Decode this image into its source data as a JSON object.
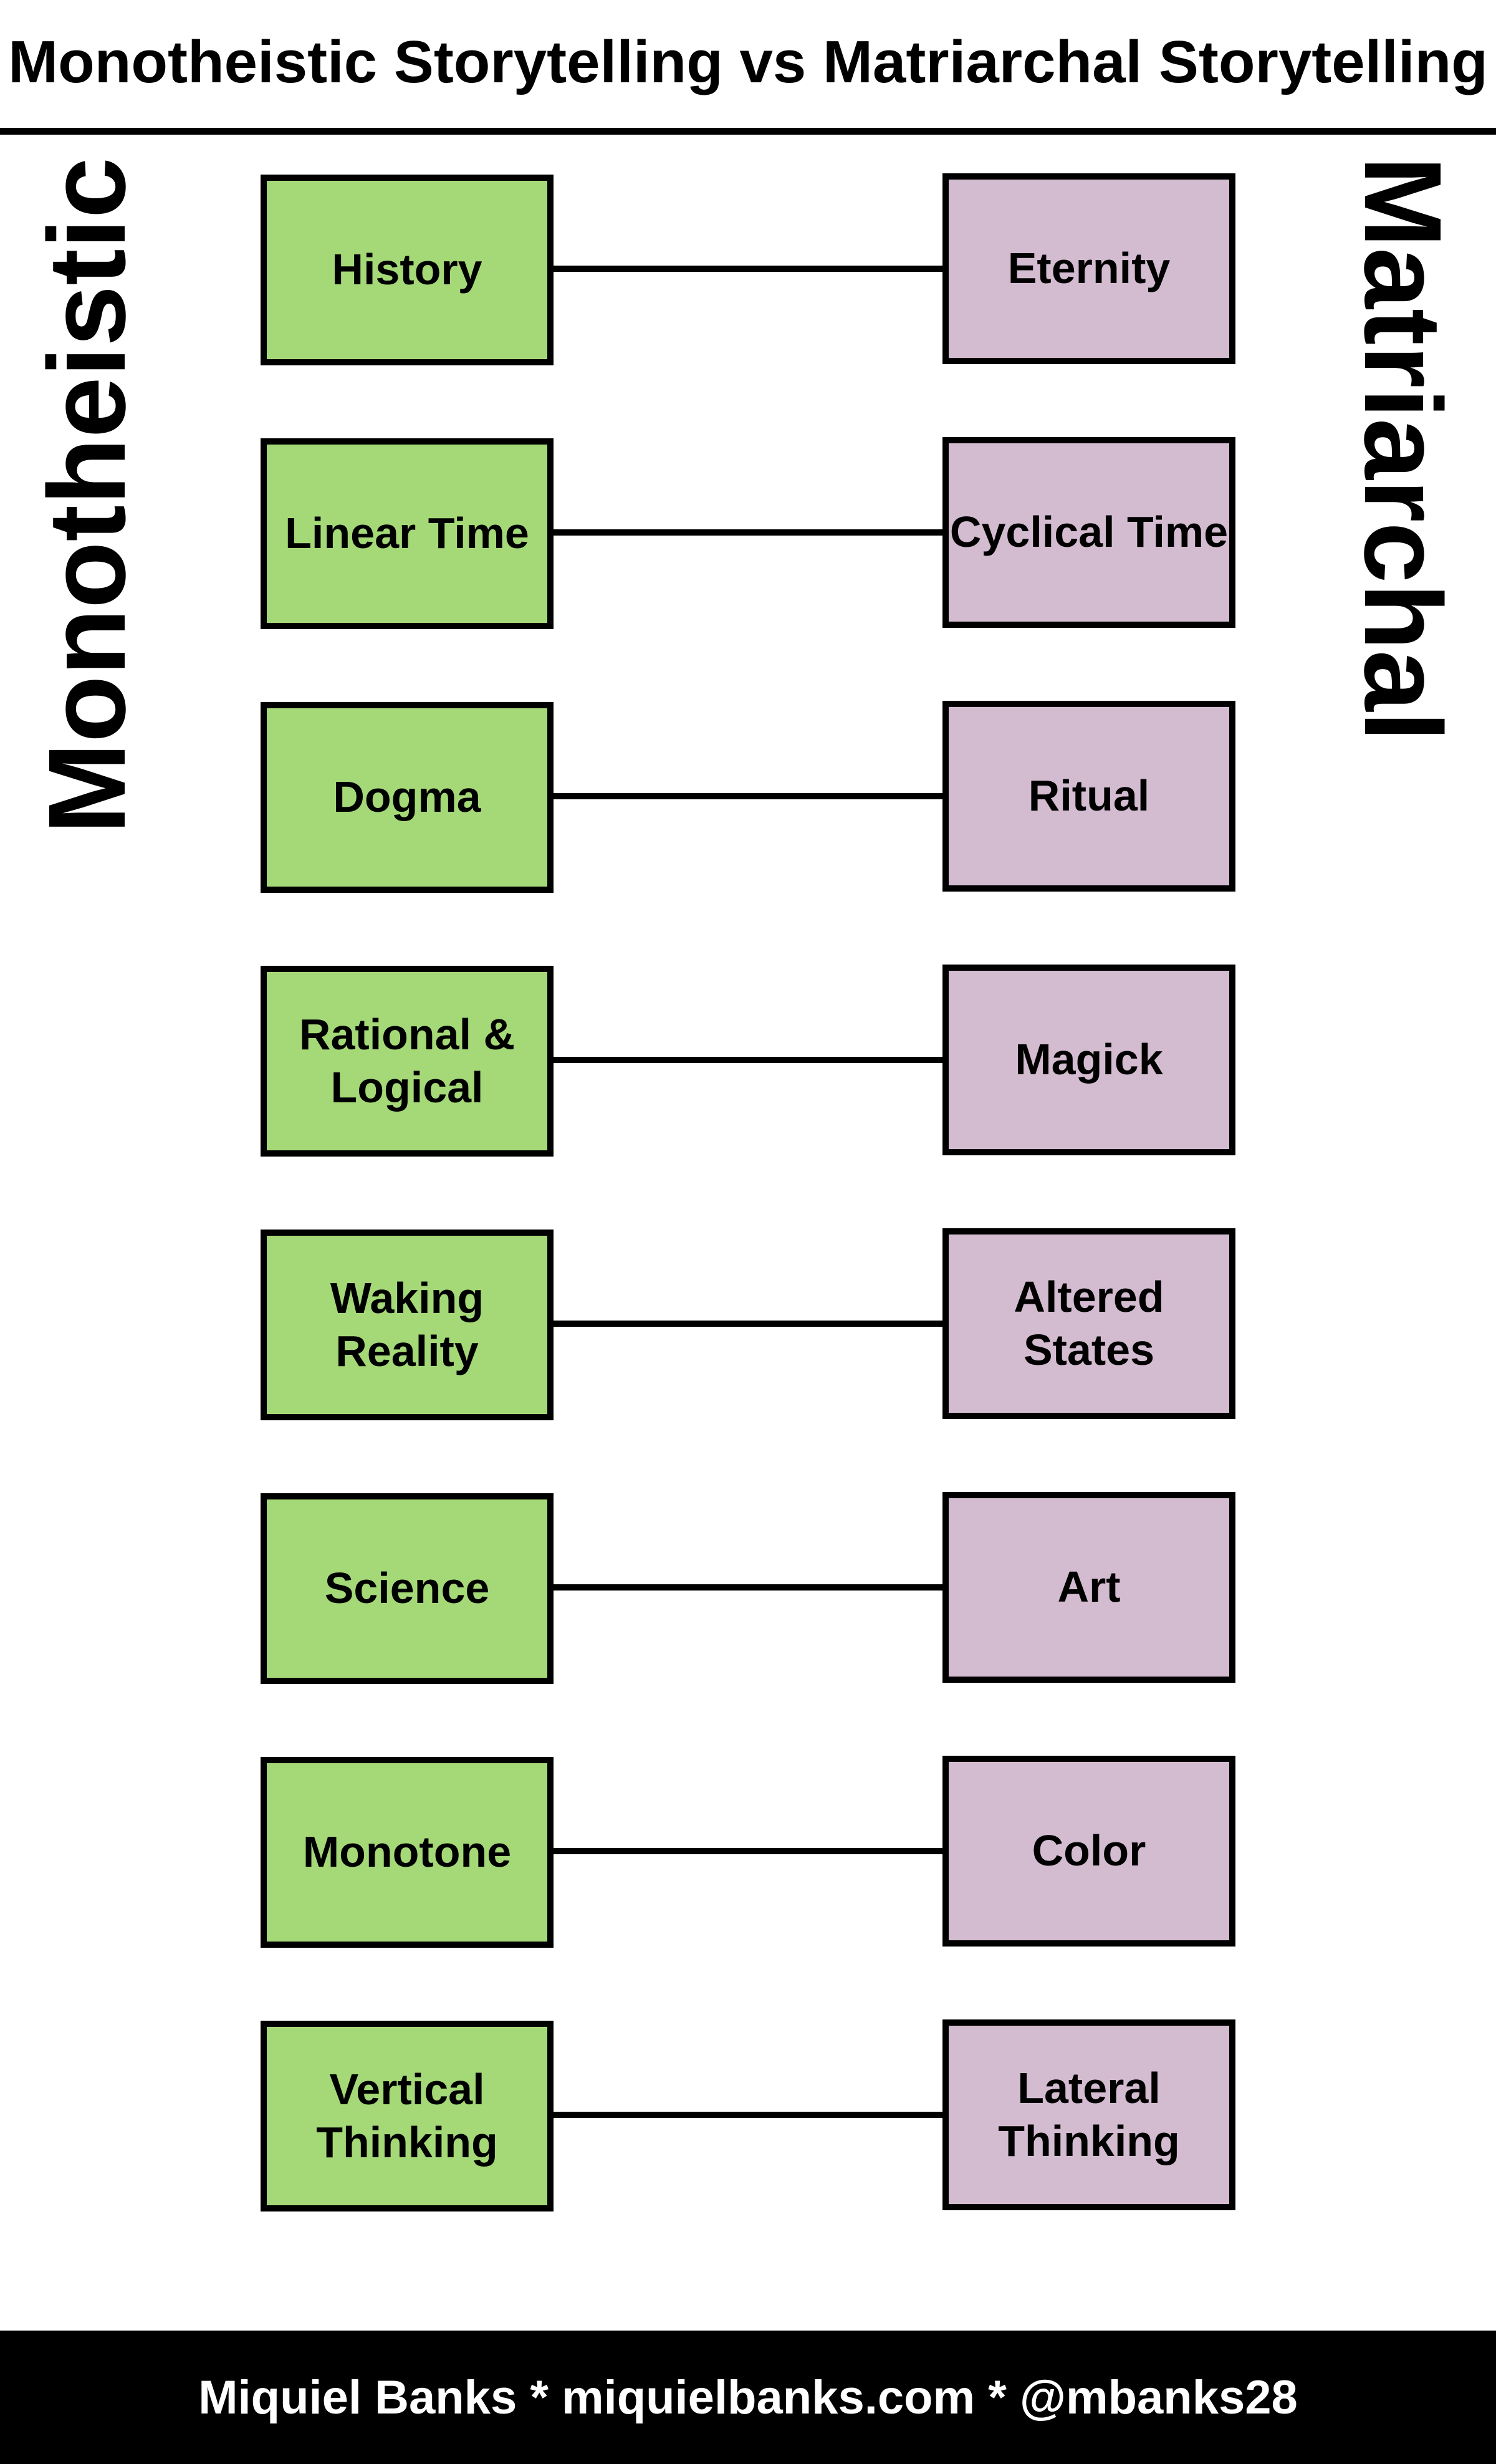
{
  "title": "Monotheistic Storytelling vs Matriarchal Storytelling",
  "left_label": "Monotheistic",
  "right_label": "Matriarchal",
  "pairs": [
    {
      "left": "History",
      "right": "Eternity"
    },
    {
      "left": "Linear Time",
      "right": "Cyclical Time"
    },
    {
      "left": "Dogma",
      "right": "Ritual"
    },
    {
      "left": "Rational &\nLogical",
      "right": "Magick"
    },
    {
      "left": "Waking\nReality",
      "right": "Altered\nStates"
    },
    {
      "left": "Science",
      "right": "Art"
    },
    {
      "left": "Monotone",
      "right": "Color"
    },
    {
      "left": "Vertical\nThinking",
      "right": "Lateral\nThinking"
    }
  ],
  "footer": "Miquiel Banks * miquielbanks.com * @mbanks28",
  "colors": {
    "left_box": "#a5d977",
    "right_box": "#d3bbd0",
    "footer_bg": "#000000"
  }
}
